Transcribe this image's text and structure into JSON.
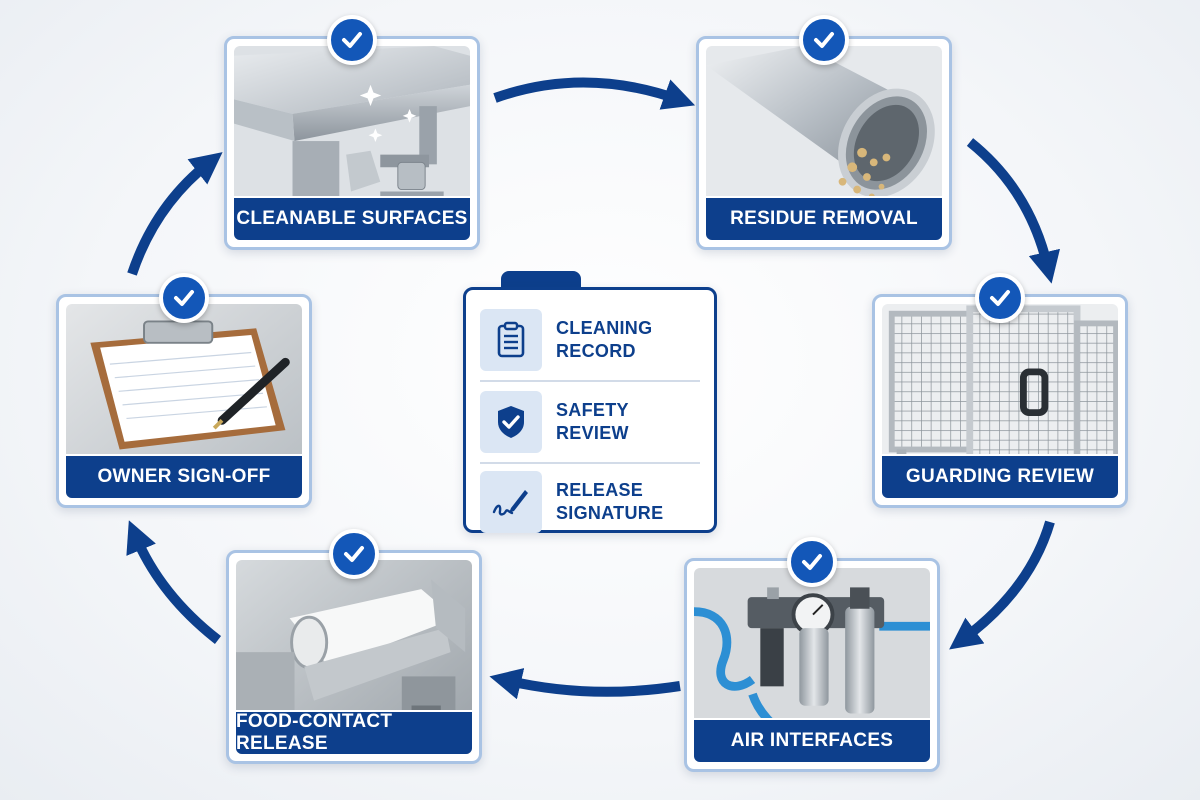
{
  "steps": [
    {
      "id": "cleanable-surfaces",
      "label": "CLEANABLE SURFACES",
      "icon": "stainless-table-image"
    },
    {
      "id": "residue-removal",
      "label": "RESIDUE REMOVAL",
      "icon": "pipe-residue-image"
    },
    {
      "id": "guarding-review",
      "label": "GUARDING REVIEW",
      "icon": "mesh-guard-image"
    },
    {
      "id": "air-interfaces",
      "label": "AIR INTERFACES",
      "icon": "pneumatic-regulator-image"
    },
    {
      "id": "food-contact-release",
      "label": "FOOD-CONTACT RELEASE",
      "icon": "conveyor-belt-image"
    },
    {
      "id": "owner-sign-off",
      "label": "OWNER SIGN-OFF",
      "icon": "clipboard-pen-image"
    }
  ],
  "checklist": {
    "items": [
      {
        "line1": "CLEANING",
        "line2": "RECORD",
        "icon": "clipboard-list-icon"
      },
      {
        "line1": "SAFETY",
        "line2": "REVIEW",
        "icon": "shield-check-icon"
      },
      {
        "line1": "RELEASE",
        "line2": "SIGNATURE",
        "icon": "pen-signature-icon"
      }
    ]
  },
  "colors": {
    "primary": "#0d3f8c",
    "check": "#1357b8",
    "card_border": "#a9c3e4",
    "icon_bg": "#dbe6f4"
  }
}
